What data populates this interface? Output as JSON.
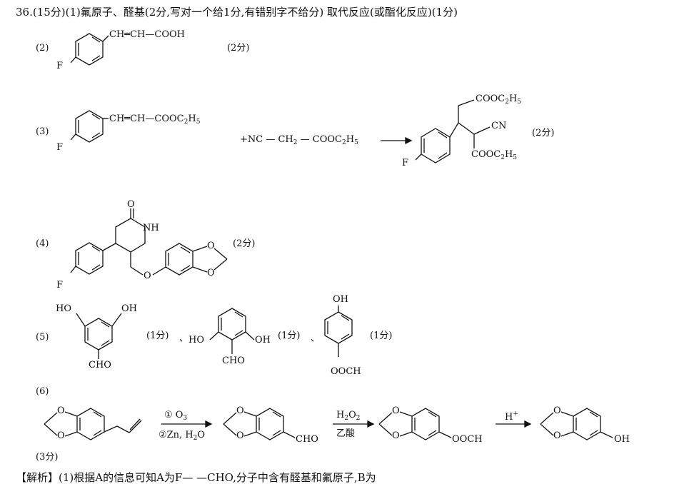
{
  "header": {
    "line": "36.(15分)(1)氟原子、醛基(2分,写对一个给1分,有错别字不给分)   取代反应(或酯化反应)(1分)"
  },
  "part2": {
    "label": "(2)",
    "chain": "CH═CH—COOH",
    "score": "(2分)",
    "f": "F"
  },
  "part3": {
    "label": "(3)",
    "chain": "CH═CH—COOC",
    "chain_sub": "2",
    "chain_end": "H",
    "chain_end_sub": "5",
    "reagent": "+NC — CH",
    "reagent_sub": "2",
    "reagent_mid": " — COOC",
    "reagent_sub2": "2",
    "reagent_end": "H",
    "reagent_end_sub": "5",
    "top_group": "COOC",
    "cn": "CN",
    "bottom_group": "COOC",
    "score": "(2分)",
    "f": "F"
  },
  "part4": {
    "label": "(4)",
    "o": "O",
    "nh": "NH",
    "score": "(2分)",
    "f": "F"
  },
  "part5": {
    "label": "(5)",
    "ho": "HO",
    "oh": "OH",
    "cho": "CHO",
    "score": "(1分)",
    "sep": "、",
    "oocH": "OOCH"
  },
  "part6": {
    "label": "(6)",
    "step1_top": "① O",
    "step1_top_sub": "3",
    "step1_bottom": "②Zn, H",
    "step1_bottom_sub": "2",
    "step1_bottom_end": "O",
    "step2_top": "H",
    "step2_top_sub": "2",
    "step2_top_mid": "O",
    "step2_top_sub2": "2",
    "step2_bottom": "乙酸",
    "step3_top": "H",
    "step3_top_sup": "+",
    "cho": "CHO",
    "oocH": "OOCH",
    "oh": "OH",
    "o": "O",
    "score": "(3分)"
  },
  "footer": {
    "partial": "【解析】(1)根据A的信息可知A为F— —CHO,分子中含有醛基和氟原子,B为"
  }
}
